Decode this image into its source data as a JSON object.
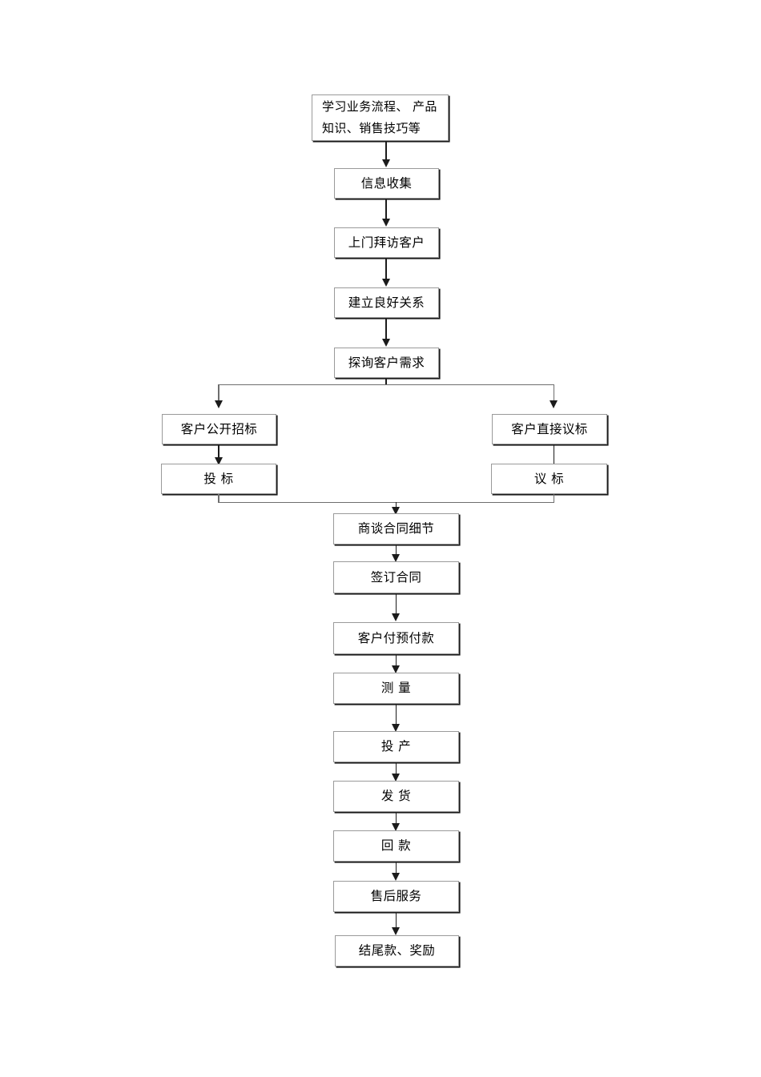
{
  "document": {
    "title": "销售业务流程图",
    "type": "flowchart",
    "orientation": "top-to-bottom",
    "background_color": "#ffffff",
    "box_fill_color": "#ffffff",
    "box_border_color": "#9a9a9a",
    "box_shadow_color": "#1a1a1a",
    "connector_color": "#1b1b1b"
  },
  "nodes": {
    "n01": {
      "label": "学习业务流程、 产品\n知识、销售技巧等"
    },
    "n02": {
      "label": "信息收集"
    },
    "n03": {
      "label": "上门拜访客户"
    },
    "n04": {
      "label": "建立良好关系"
    },
    "n05": {
      "label": "探询客户需求"
    },
    "n06": {
      "label": "客户公开招标"
    },
    "n07": {
      "label": "客户直接议标"
    },
    "n08": {
      "label": "投    标"
    },
    "n09": {
      "label": "议    标"
    },
    "n10": {
      "label": "商谈合同细节"
    },
    "n11": {
      "label": "签订合同"
    },
    "n12": {
      "label": "客户付预付款"
    },
    "n13": {
      "label": "测    量"
    },
    "n14": {
      "label": "投    产"
    },
    "n15": {
      "label": "发    货"
    },
    "n16": {
      "label": "回    款"
    },
    "n17": {
      "label": "售后服务"
    },
    "n18": {
      "label": "结尾款、奖励"
    }
  },
  "flow": {
    "main_sequence": [
      "学习业务流程、 产品知识、销售技巧等",
      "信息收集",
      "上门拜访客户",
      "建立良好关系",
      "探询客户需求"
    ],
    "branch_left": [
      "客户公开招标",
      "投    标"
    ],
    "branch_right": [
      "客户直接议标",
      "议    标"
    ],
    "merge_sequence": [
      "商谈合同细节",
      "签订合同",
      "客户付预付款",
      "测    量",
      "投    产",
      "发    货",
      "回    款",
      "售后服务",
      "结尾款、奖励"
    ]
  }
}
